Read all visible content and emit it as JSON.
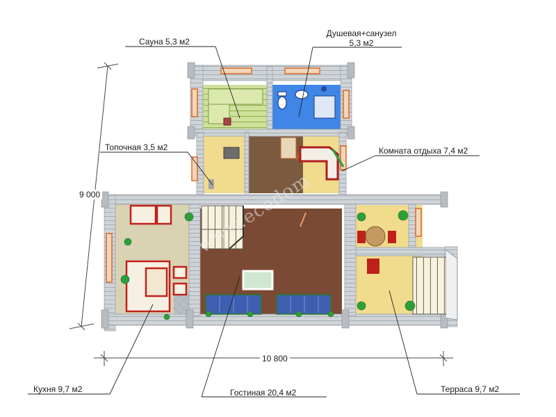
{
  "rooms": {
    "sauna": "Сауна 5,3 м2",
    "shower_line1": "Душевая+санузел",
    "shower_line2": "5,3 м2",
    "boiler": "Топочная 3,5 м2",
    "rest": "Комната отдыха 7,4 м2",
    "kitchen": "Кухня 9,7 м2",
    "living": "Гостиная 20,4 м2",
    "terrace": "Терраса 9,7 м2"
  },
  "dimensions": {
    "depth": "9 000",
    "width": "10 800"
  },
  "watermark": "www.ecodom",
  "colors": {
    "wall": "#c9ced3",
    "log_end": "#aeb4b9",
    "living_floor": "#7b4a34",
    "room_floor": "#f1dc8e",
    "shower_floor": "#3f86e6",
    "sauna_wood": "#c9dc93",
    "furniture_red": "#d8201c"
  }
}
